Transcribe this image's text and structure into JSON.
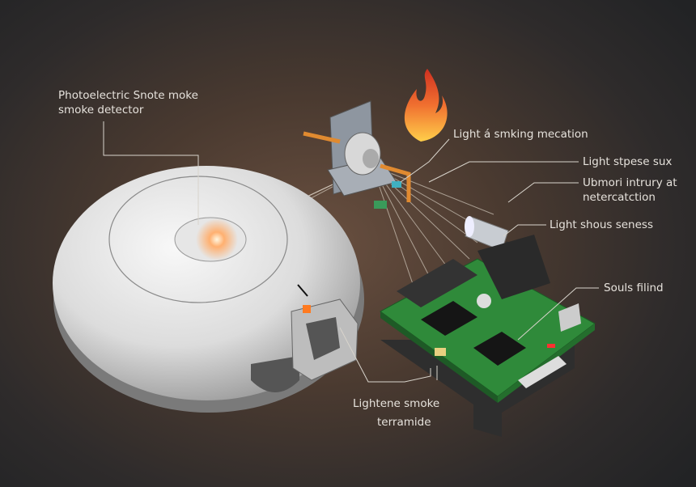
{
  "labels": {
    "detector": [
      "Photoelectric Snote moke",
      "smoke detector"
    ],
    "smoking_location": "Light á smking mecation",
    "stpese": "Light stpese sux",
    "intrury": [
      "Ubmori intrury at",
      "netercatction"
    ],
    "shous": "Light shous seness",
    "souls": "Souls filind",
    "lightene": [
      "Lightene smoke",
      "terramide"
    ]
  },
  "colors": {
    "pcb": "#2f8a3a",
    "flame": "#e8502a",
    "led_glow": "#ffb070",
    "label_text": "#e6e2dc"
  }
}
